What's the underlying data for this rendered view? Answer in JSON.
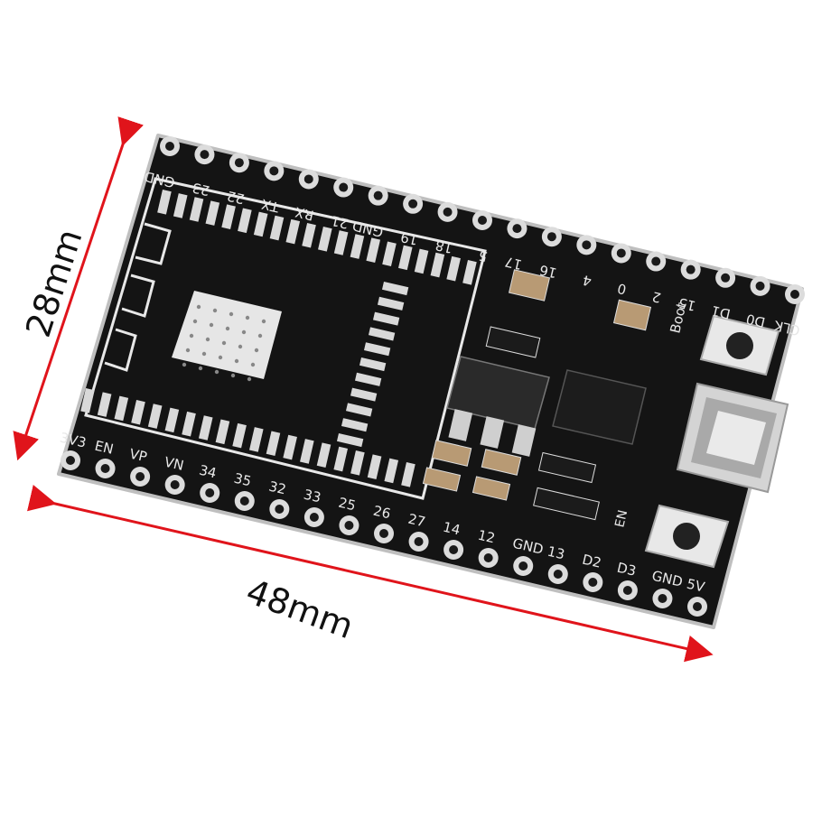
{
  "dimensions": {
    "width_label": "48mm",
    "height_label": "28mm",
    "arrow_color": "#e0141b"
  },
  "board": {
    "pcb_color": "#141414",
    "silkscreen_color": "#e8e8e8",
    "pad_color": "#d9d9d9",
    "top_pins": [
      "GND",
      "23",
      "22",
      "TX",
      "RX",
      "21",
      "GND",
      "19",
      "18",
      "5",
      "17",
      "16",
      "4",
      "0",
      "2",
      "15",
      "D1",
      "D0",
      "CLK"
    ],
    "bottom_pins": [
      "3V3",
      "EN",
      "VP",
      "VN",
      "34",
      "35",
      "32",
      "33",
      "25",
      "26",
      "27",
      "14",
      "12",
      "GND",
      "13",
      "D2",
      "D3",
      "GND",
      "5V"
    ],
    "button_boot_label": "Boot",
    "button_en_label": "EN"
  }
}
